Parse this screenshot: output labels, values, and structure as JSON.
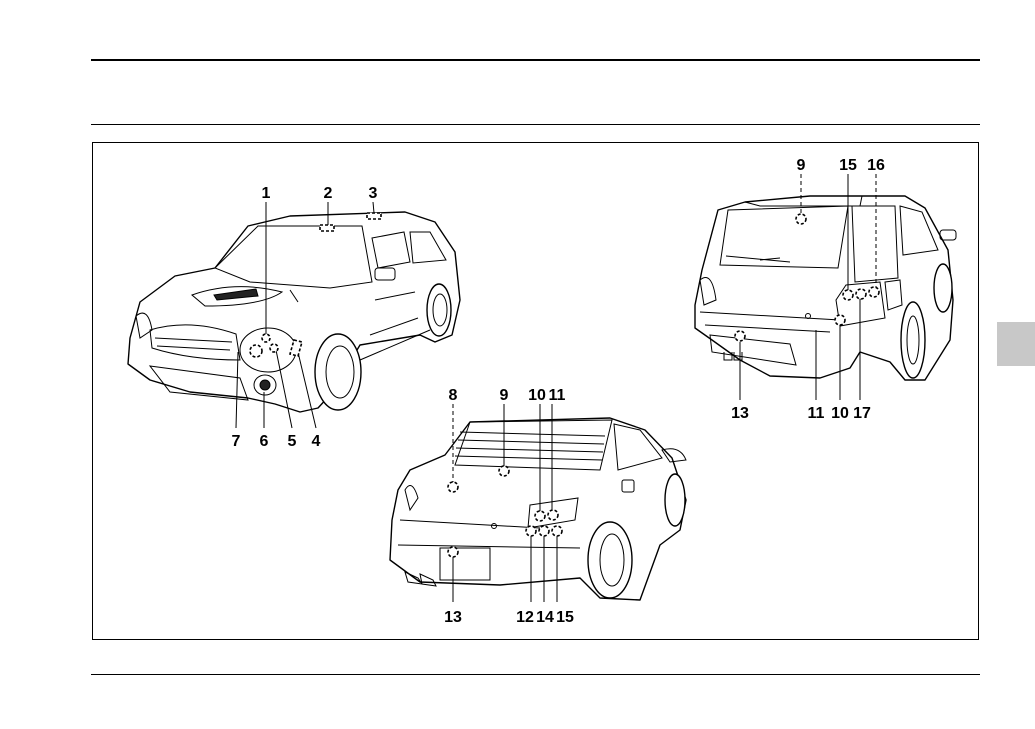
{
  "figure": {
    "callouts": {
      "front": [
        "1",
        "2",
        "3",
        "7",
        "6",
        "5",
        "4"
      ],
      "wagon_rear": [
        "9",
        "15",
        "16",
        "13",
        "11",
        "10",
        "17"
      ],
      "sedan_rear": [
        "8",
        "9",
        "10",
        "11",
        "13",
        "12",
        "14",
        "15"
      ]
    }
  },
  "colors": {
    "line": "#000000",
    "tab": "#c8c8c8",
    "background": "#ffffff"
  }
}
